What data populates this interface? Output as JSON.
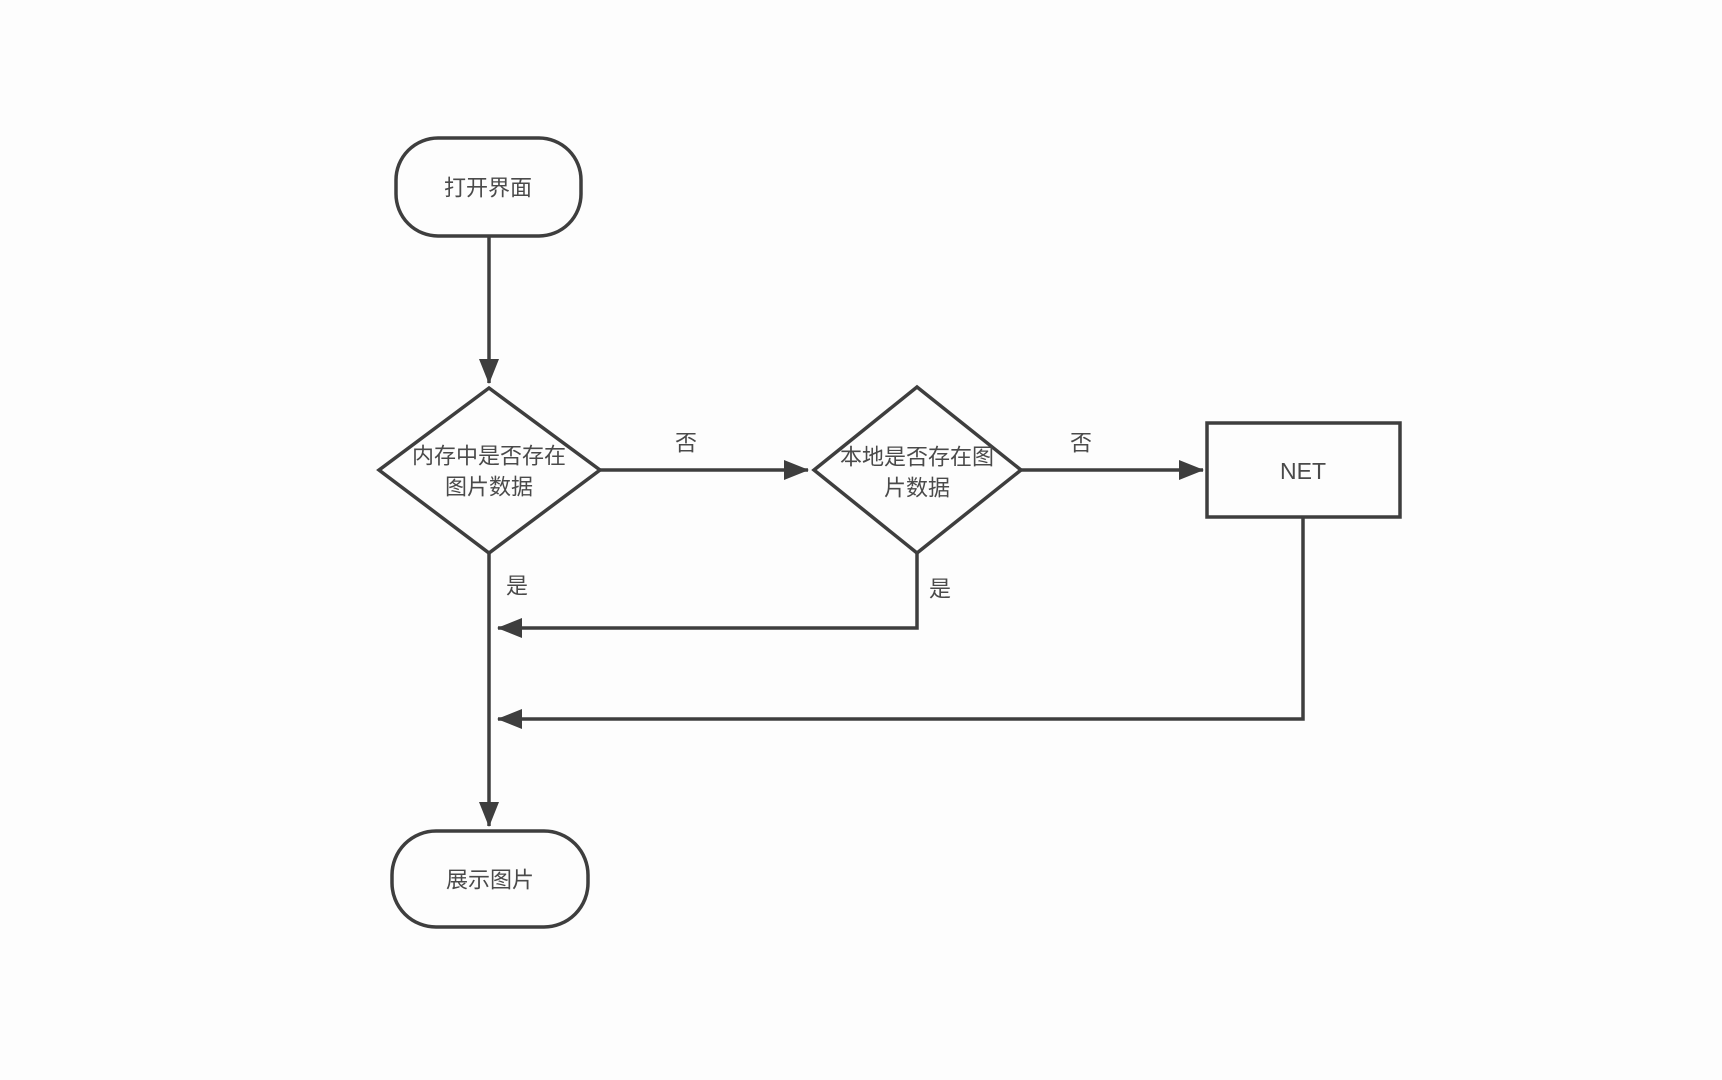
{
  "diagram": {
    "background_color": "#fdfdfd",
    "line_color": "#3e3e3e",
    "text_color": "#4a4a4a",
    "nodes": {
      "start": {
        "shape": "terminator",
        "label": "打开界面"
      },
      "memory_check": {
        "shape": "decision",
        "line1": "内存中是否存在",
        "line2": "图片数据"
      },
      "local_check": {
        "shape": "decision",
        "line1": "本地是否存在图",
        "line2": "片数据"
      },
      "net": {
        "shape": "process",
        "label": "NET"
      },
      "display": {
        "shape": "terminator",
        "label": "展示图片"
      }
    },
    "edge_labels": {
      "memory_no": "否",
      "local_no": "否",
      "memory_yes": "是",
      "local_yes": "是"
    }
  }
}
